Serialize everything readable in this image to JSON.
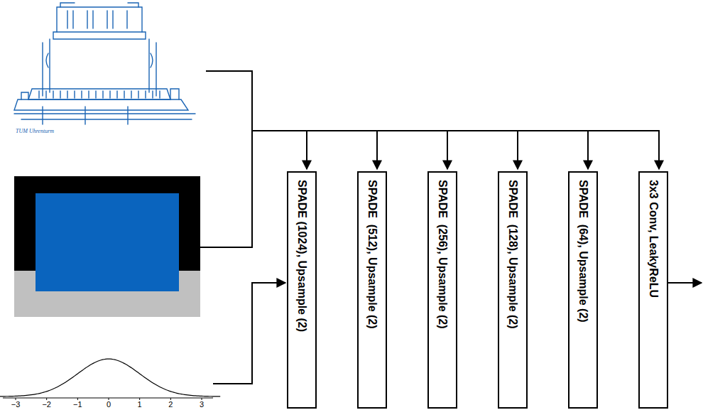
{
  "diagram": {
    "nodes": [
      {
        "text": [
          "SPADE (1024), Upsample (2)"
        ]
      },
      {
        "text": [
          "SPADE  (512), Upsample (2)"
        ]
      },
      {
        "text": [
          "SPADE  (256), Upsample (2)"
        ]
      },
      {
        "text": [
          "SPADE  (128), Upsample (2)"
        ]
      },
      {
        "text": [
          "SPADE  (64), Upsample (2)"
        ]
      },
      {
        "text": [
          "3x3 Conv, LeakyReLU"
        ]
      }
    ],
    "labels": [
      "TUM Uhrenturm",
      "−3",
      "−2",
      "−1",
      "0",
      "1",
      "2",
      "3"
    ]
  }
}
